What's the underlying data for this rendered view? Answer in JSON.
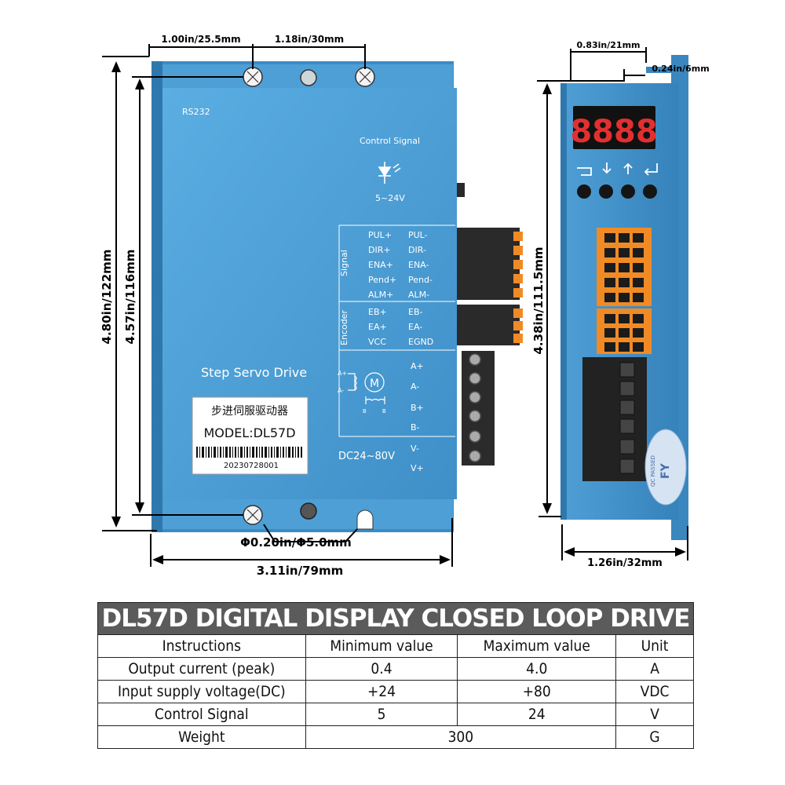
{
  "front_panel": {
    "rs232": "RS232",
    "control_signal_title": "Control Signal",
    "control_voltage": "5~24V",
    "signal_group": "Signal",
    "signal_pins_pos": [
      "PUL+",
      "DIR+",
      "ENA+",
      "Pend+",
      "ALM+"
    ],
    "signal_pins_neg": [
      "PUL-",
      "DIR-",
      "ENA-",
      "Pend-",
      "ALM-"
    ],
    "encoder_group": "Encoder",
    "encoder_pins_pos": [
      "EB+",
      "EA+",
      "VCC"
    ],
    "encoder_pins_neg": [
      "EB-",
      "EA-",
      "EGND"
    ],
    "motor_terminals": [
      "A+",
      "A-",
      "B+",
      "B-"
    ],
    "power_terminals": [
      "V-",
      "V+"
    ],
    "power_voltage": "DC24~80V",
    "motor_symbol": "M",
    "diagram_a_plus": "A+",
    "diagram_a_minus": "A-",
    "diagram_b_plus": "B",
    "diagram_b_minus": "B",
    "product_name": "Step Servo Drive",
    "label_chinese": "步进伺服驱动器",
    "label_model": "MODEL:DL57D",
    "label_serial": "20230728001"
  },
  "side_panel": {
    "display_digits": "8888",
    "button_icons": [
      "back-arrow",
      "down-arrow",
      "up-arrow",
      "enter-arrow"
    ],
    "sticker_text": "QC PASSED",
    "sticker_initials": "FY"
  },
  "dimensions": {
    "mount_offset": "1.00in/25.5mm",
    "hole_spacing": "1.18in/30mm",
    "total_height": "4.80in/122mm",
    "body_height": "4.57in/116mm",
    "hole_diameter": "Φ0.20in/Φ5.0mm",
    "total_width": "3.11in/79mm",
    "side_top_width": "0.83in/21mm",
    "side_flange": "0.24in/6mm",
    "side_height": "4.38in/111.5mm",
    "side_depth": "1.26in/32mm"
  },
  "spec_table": {
    "title": "DL57D DIGITAL DISPLAY CLOSED LOOP DRIVE",
    "headers": [
      "Instructions",
      "Minimum value",
      "Maximum value",
      "Unit"
    ],
    "rows": [
      {
        "label": "Output current (peak)",
        "min": "0.4",
        "max": "4.0",
        "unit": "A"
      },
      {
        "label": "Input supply voltage(DC)",
        "min": "+24",
        "max": "+80",
        "unit": "VDC"
      },
      {
        "label": "Control Signal",
        "min": "5",
        "max": "24",
        "unit": "V"
      }
    ],
    "weight_label": "Weight",
    "weight_value": "300",
    "weight_unit": "G"
  },
  "colors": {
    "housing_blue": "#4e9fd6",
    "housing_dark": "#2f78ad",
    "terminal_orange": "#f08a24",
    "display_red": "#e23030",
    "table_title_bg": "#5b5b5b"
  }
}
